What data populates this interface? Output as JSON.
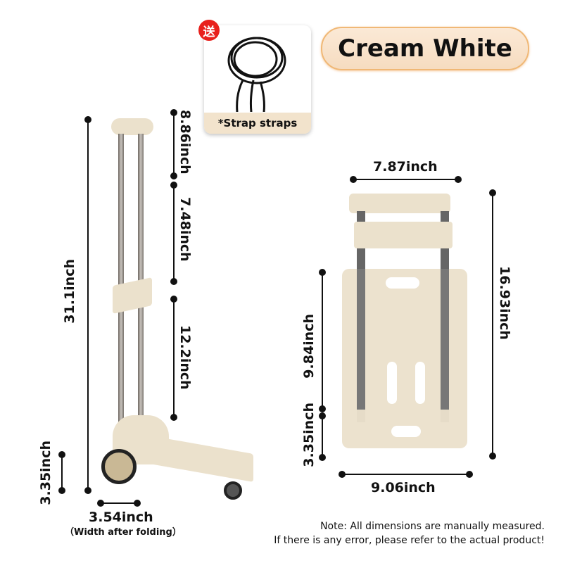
{
  "gift": {
    "badge": "送",
    "caption": "*Strap straps",
    "icon": "bungee-cord-icon"
  },
  "color_option": {
    "label": "Cream White",
    "accent": "#f0b876",
    "fill": "#fbe9d6"
  },
  "side_view": {
    "total_height": "31.1inch",
    "handle_segment": "8.86inch",
    "middle_segment": "7.48inch",
    "lower_segment": "12.2inch",
    "wheel_height": "3.35inch",
    "folded_width": "3.54inch",
    "folded_width_note": "（Width after folding）"
  },
  "front_view": {
    "handle_width": "7.87inch",
    "folded_height": "16.93inch",
    "plate_height": "9.84inch",
    "base_height": "3.35inch",
    "plate_width": "9.06inch"
  },
  "note": {
    "line1": "Note: All dimensions are manually measured.",
    "line2": "If there is any error, please refer to the actual product!"
  }
}
